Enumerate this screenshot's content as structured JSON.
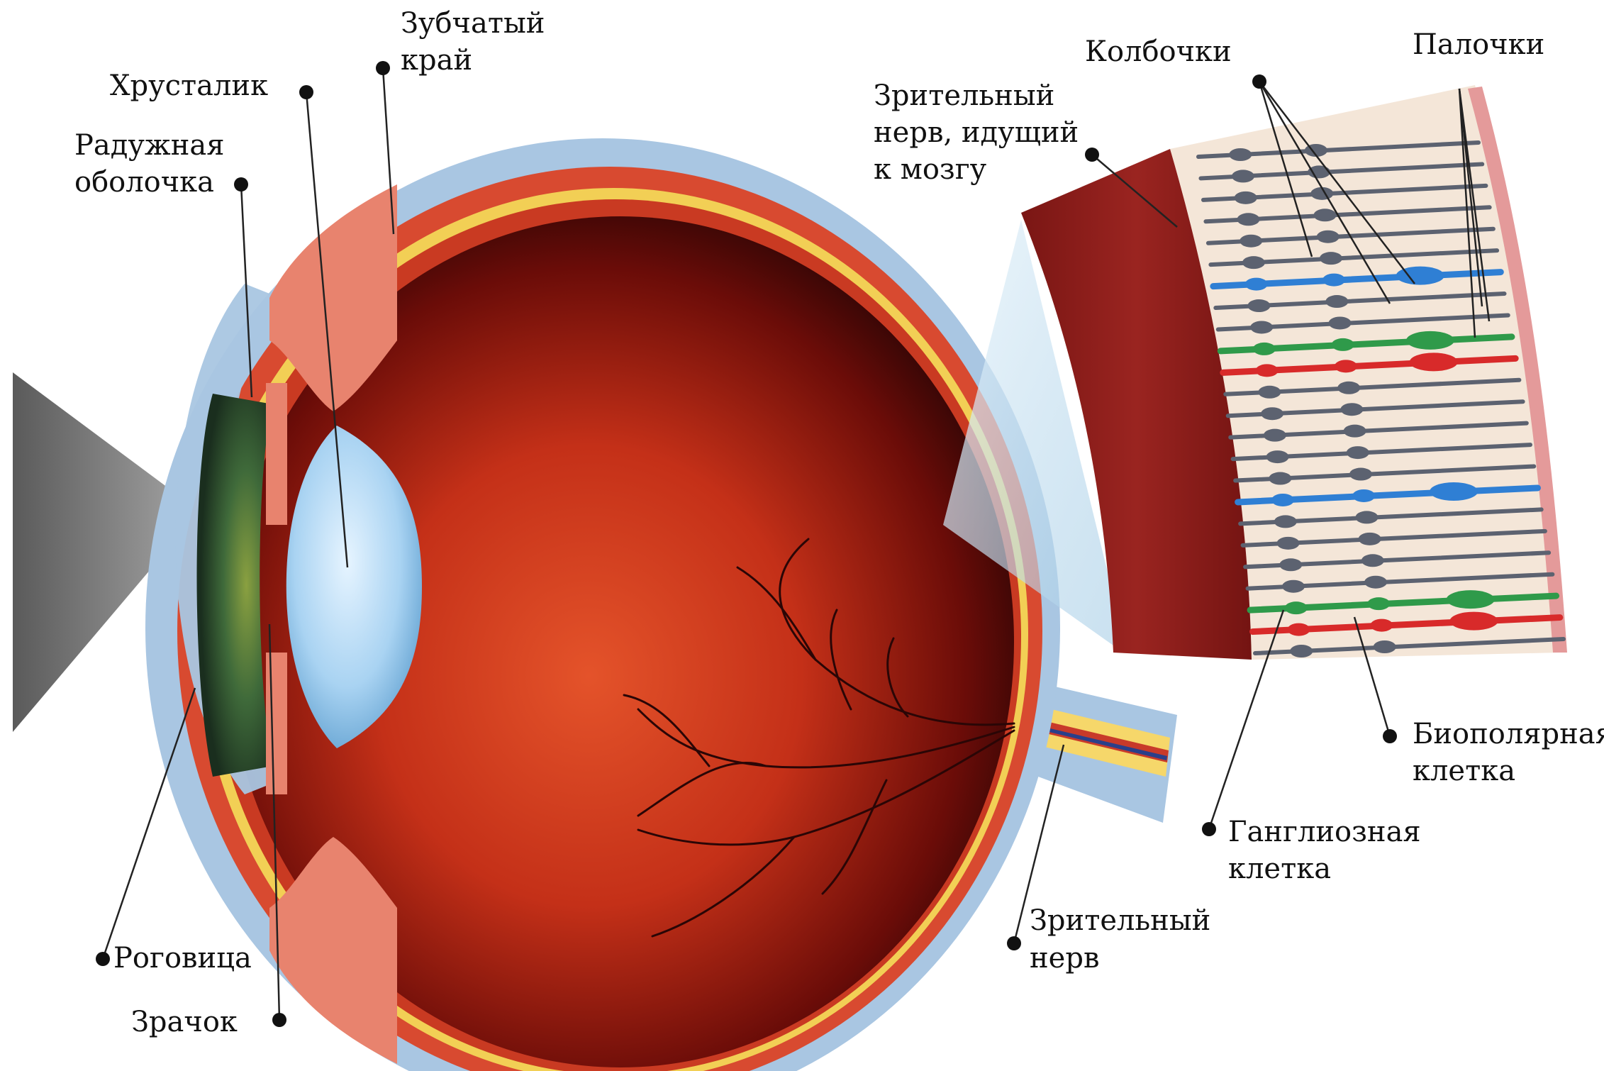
{
  "labels": {
    "zubchaty_l1": "Зубчатый",
    "zubchaty_l2": "край",
    "khrustalik": "Хрусталик",
    "raduzhnaya_l1": "Радужная",
    "raduzhnaya_l2": "оболочка",
    "kolbochki": "Колбочки",
    "palochki": "Палочки",
    "zritelny_mozg_l1": "Зрительный",
    "zritelny_mozg_l2": "нерв, идущий",
    "zritelny_mozg_l3": "к мозгу",
    "biopolyarnaya_l1": "Биополярная",
    "biopolyarnaya_l2": "клетка",
    "gangliosnaya_l1": "Ганглиозная",
    "gangliosnaya_l2": "клетка",
    "zritelny_nerv_l1": "Зрительный",
    "zritelny_nerv_l2": "нерв",
    "rogovitsa": "Роговица",
    "zrachok": "Зрачок"
  },
  "colors": {
    "sclera": "#a9c6e2",
    "choroid": "#d84a30",
    "retina_yellow": "#f2cf55",
    "vitreous_center": "#e44a1e",
    "vitreous_edge": "#2a0606",
    "lens": "#a8d4f2",
    "iris": "#3f6a3a",
    "ciliary": "#e8836e",
    "nerve_block": "#8a1d1a",
    "cone_blue": "#2f7fd4",
    "cone_green": "#2f9a4a",
    "cone_red": "#d82a2a",
    "rod_gray": "#5c6270",
    "light_cone": "#7a7a7a",
    "retina_bg": "#f4e6d8",
    "leader": "#222222"
  }
}
